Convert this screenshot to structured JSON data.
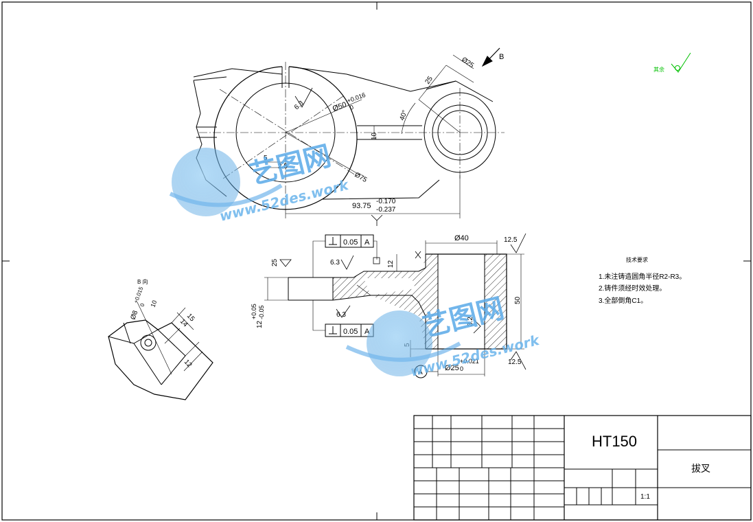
{
  "drawing": {
    "main_view": {
      "dim_bore": "Ø50",
      "dim_bore_tol": "+0.016",
      "dim_bore_tol_low": "0",
      "rough_top": "6.3",
      "dim_slot_w": "5",
      "dim_slot_d": "2.5",
      "dim_outer": "Ø75",
      "dim_neck": "10",
      "dim_angle": "40°",
      "dim_arm": "25",
      "dim_arm_small": "Ø25",
      "dim_length": "93.75",
      "dim_length_tol_up": "-0.170",
      "dim_length_tol_low": "-0.237",
      "view_arrow": "B"
    },
    "section_view": {
      "tol1_value": "0.05",
      "tol1_datum": "A",
      "tol2_value": "0.05",
      "tol2_datum": "A",
      "rough_upper": "6.3",
      "rough_lower": "6.3",
      "rough_left": "25",
      "dim_hole": "Ø40",
      "rough_tr": "12.5",
      "rough_br": "12.5",
      "dim_height": "50",
      "dim_12": "12",
      "dim_thk": "12",
      "dim_thk_up": "+0.05",
      "dim_thk_low": "-0.05",
      "rough_bore": "3.2",
      "dim_5": "5",
      "dim_bore": "Ø25",
      "dim_bore_up": "+0.021",
      "dim_bore_low": "0",
      "datum": "A"
    },
    "b_view": {
      "title": "B 向",
      "dim_hole": "Ø8",
      "dim_hole_tol": "+0.015",
      "dim_hole_tol2": "0",
      "dim_ref": "10",
      "dim_15": "15",
      "dim_14": "14",
      "dim_12": "12"
    },
    "surface_note": "其余",
    "tech_title": "技术要求",
    "tech_notes": [
      "1.未注铸造圆角半径R2-R3。",
      "2.铸件须经时效处理。",
      "3.全部倒角C1。"
    ],
    "watermark": {
      "brand": "艺图网",
      "url": "www.52des.work"
    }
  },
  "title_block": {
    "material": "HT150",
    "part_name": "拔叉",
    "scale": "1:1"
  }
}
